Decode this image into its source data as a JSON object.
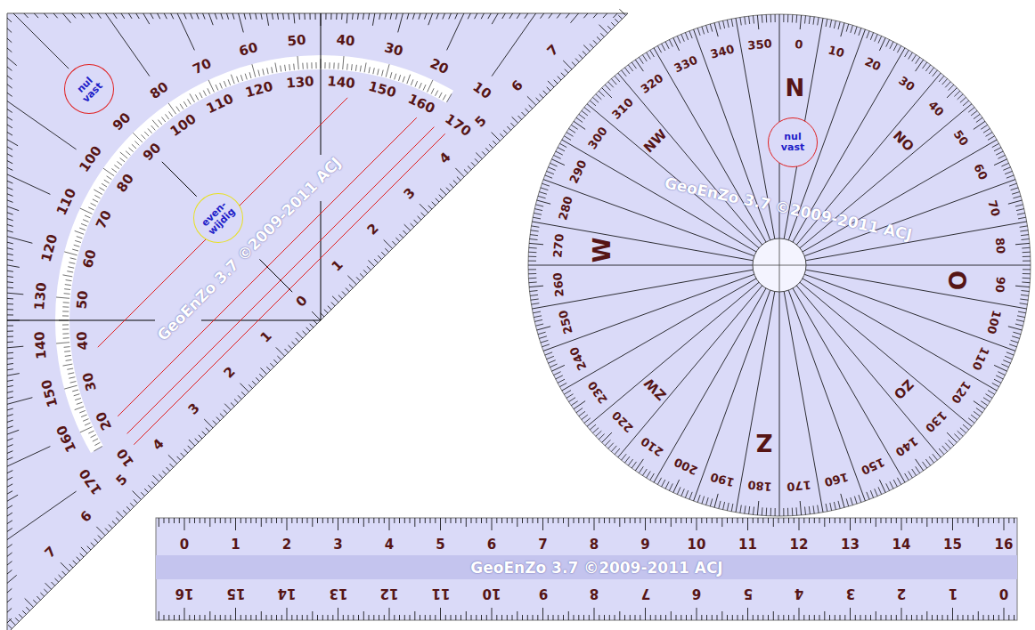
{
  "diagram": {
    "nodes": [
      {
        "text": [
          "nul vast"
        ]
      },
      {
        "text": [
          "even- wijdig"
        ]
      },
      {
        "text": [
          "nul vast"
        ]
      }
    ],
    "labels": [
      "10",
      "20",
      "30",
      "40",
      "50",
      "60",
      "70",
      "80",
      "90",
      "100",
      "110",
      "120",
      "130",
      "140",
      "150",
      "160",
      "170",
      "10",
      "20",
      "30",
      "40",
      "50",
      "60",
      "70",
      "80",
      "90",
      "100",
      "110",
      "120",
      "130",
      "140",
      "150",
      "160",
      "170",
      "0",
      "1",
      "2",
      "3",
      "4",
      "5",
      "6",
      "7",
      "1",
      "2",
      "3",
      "4",
      "5",
      "6",
      "7",
      "0",
      "10",
      "20",
      "30",
      "40",
      "50",
      "60",
      "70",
      "80",
      "90",
      "100",
      "110",
      "120",
      "130",
      "140",
      "150",
      "160",
      "170",
      "180",
      "190",
      "200",
      "210",
      "220",
      "230",
      "240",
      "250",
      "260",
      "270",
      "280",
      "290",
      "300",
      "310",
      "320",
      "330",
      "340",
      "350",
      "N",
      "NO",
      "O",
      "ZO",
      "Z",
      "ZW",
      "W",
      "NW",
      "0",
      "1",
      "2",
      "3",
      "4",
      "5",
      "6",
      "7",
      "8",
      "9",
      "10",
      "11",
      "12",
      "13",
      "14",
      "15",
      "16",
      "0",
      "1",
      "2",
      "3",
      "4",
      "5",
      "6",
      "7",
      "8",
      "9",
      "10",
      "11",
      "12",
      "13",
      "14",
      "15",
      "16",
      "GeoEnZo 3.7 ©2009-2011 ACJ",
      "GeoEnZo 3.7 ©2009-2011 ACJ",
      "GeoEnZo 3.7 ©2009-2011 ACJ"
    ]
  }
}
